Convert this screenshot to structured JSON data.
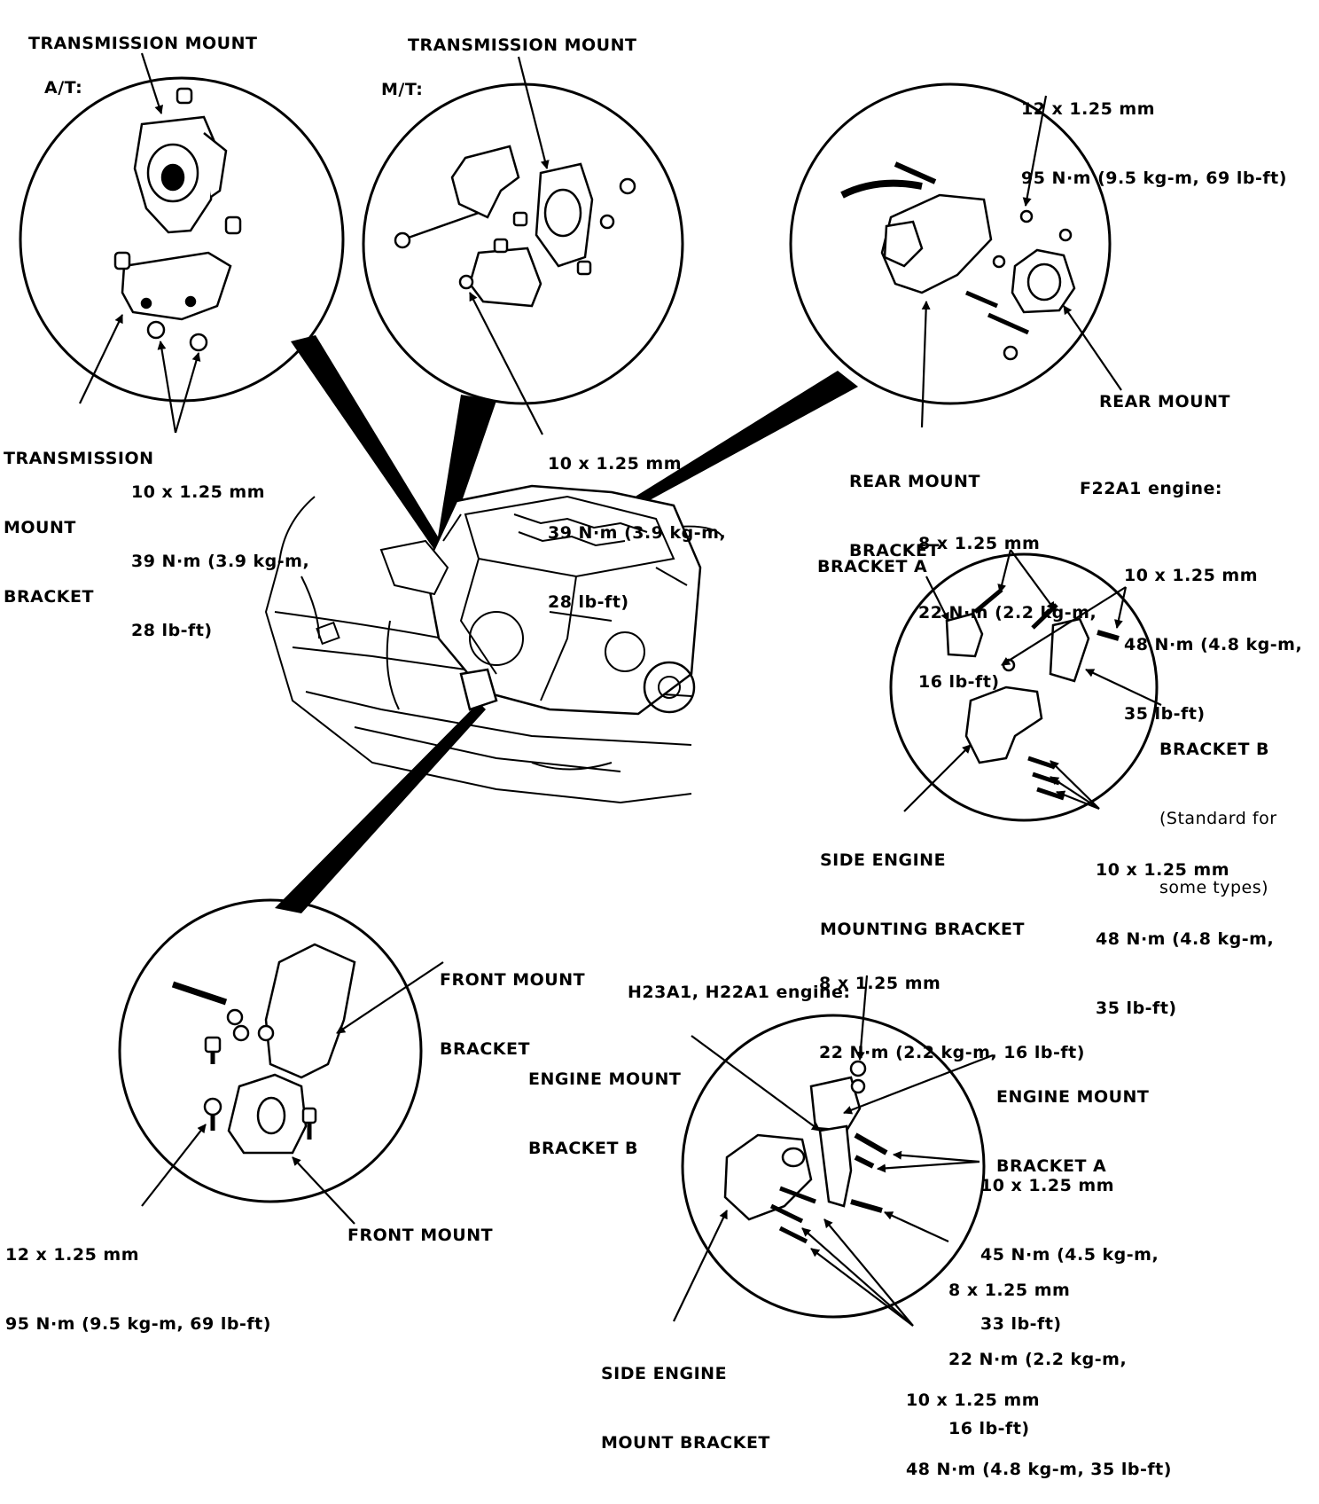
{
  "at": {
    "title": "TRANSMISSION MOUNT",
    "variant": "A/T:",
    "bracket": [
      "TRANSMISSION",
      "MOUNT",
      "BRACKET"
    ],
    "torque": [
      "10 x 1.25 mm",
      "39 N·m (3.9 kg-m,",
      "28 lb-ft)"
    ]
  },
  "mt": {
    "title": "TRANSMISSION MOUNT",
    "variant": "M/T:",
    "torque": [
      "10 x 1.25 mm",
      "39 N·m (3.9 kg-m,",
      "28 lb-ft)"
    ]
  },
  "rear": {
    "torque": [
      "12 x 1.25 mm",
      "95 N·m (9.5 kg-m, 69 lb-ft)"
    ],
    "mount": "REAR MOUNT",
    "bracket": [
      "REAR MOUNT",
      "BRACKET"
    ]
  },
  "f22": {
    "engine": "F22A1 engine:",
    "torque_8": [
      "8 x 1.25 mm",
      "22 N·m (2.2 kg-m,",
      "16 lb-ft)"
    ],
    "torque_10a": [
      "10 x 1.25 mm",
      "48 N·m (4.8 kg-m,",
      "35 lb-ft)"
    ],
    "bracket_a": "BRACKET A",
    "bracket_b": [
      "BRACKET B",
      "(Standard for",
      "some types)"
    ],
    "side_bracket": [
      "SIDE ENGINE",
      "MOUNTING BRACKET"
    ],
    "torque_10b": [
      "10 x 1.25 mm",
      "48 N·m (4.8 kg-m,",
      "35 lb-ft)"
    ]
  },
  "front": {
    "bracket": [
      "FRONT MOUNT",
      "BRACKET"
    ],
    "torque": [
      "12 x 1.25 mm",
      "95 N·m (9.5 kg-m, 69 lb-ft)"
    ],
    "mount": "FRONT MOUNT"
  },
  "h23": {
    "torque_8top": [
      "8 x 1.25 mm",
      "22 N·m (2.2 kg-m, 16 lb-ft)"
    ],
    "engine": "H23A1, H22A1 engine:",
    "bracket_b": [
      "ENGINE MOUNT",
      "BRACKET B"
    ],
    "bracket_a": [
      "ENGINE MOUNT",
      "BRACKET A"
    ],
    "torque_10a": [
      "10 x 1.25 mm",
      "45 N·m (4.5 kg-m,",
      "33 lb-ft)"
    ],
    "torque_8b": [
      "8 x 1.25 mm",
      "22 N·m (2.2 kg-m,",
      "16 lb-ft)"
    ],
    "side_bracket": [
      "SIDE ENGINE",
      "MOUNT BRACKET"
    ],
    "torque_10b": [
      "10 x 1.25 mm",
      "48 N·m (4.8 kg-m, 35 lb-ft)"
    ]
  }
}
